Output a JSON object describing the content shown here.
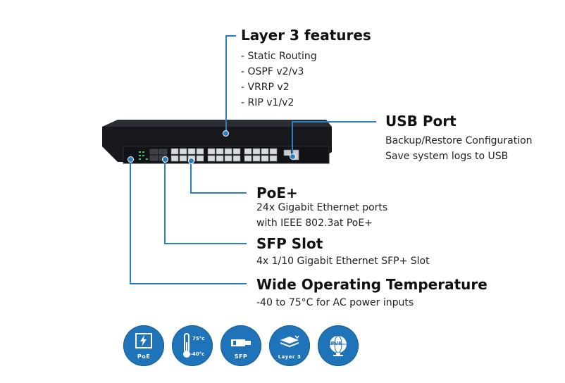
{
  "colors": {
    "accent": "#2a7fc1",
    "badge": "#1f73b8",
    "device": "#1b1d22"
  },
  "callouts": {
    "layer3": {
      "title": "Layer 3 features",
      "items": [
        "- Static Routing",
        "- OSPF v2/v3",
        "- VRRP v2",
        "- RIP v1/v2"
      ]
    },
    "usb": {
      "title": "USB Port",
      "lines": [
        "Backup/Restore Configuration",
        "Save system logs to USB"
      ]
    },
    "poe": {
      "title": "PoE+",
      "lines": [
        "24x Gigabit Ethernet ports",
        "with IEEE 802.3at PoE+"
      ]
    },
    "sfp": {
      "title": "SFP Slot",
      "lines": [
        "4x 1/10 Gigabit Ethernet SFP+ Slot"
      ]
    },
    "temp": {
      "title": "Wide Operating Temperature",
      "lines": [
        "-40 to 75°C for AC power inputs"
      ]
    }
  },
  "badges": [
    {
      "label": "PoE",
      "icon": "poe-icon"
    },
    {
      "label": "",
      "icon": "thermometer-icon",
      "hi": "75°c",
      "lo": "-40°c"
    },
    {
      "label": "SFP",
      "icon": "sfp-module-icon"
    },
    {
      "label": "Layer 3",
      "icon": "layer3-stack-icon"
    },
    {
      "label": "IPV6",
      "icon": "ipv6-globe-icon"
    }
  ]
}
